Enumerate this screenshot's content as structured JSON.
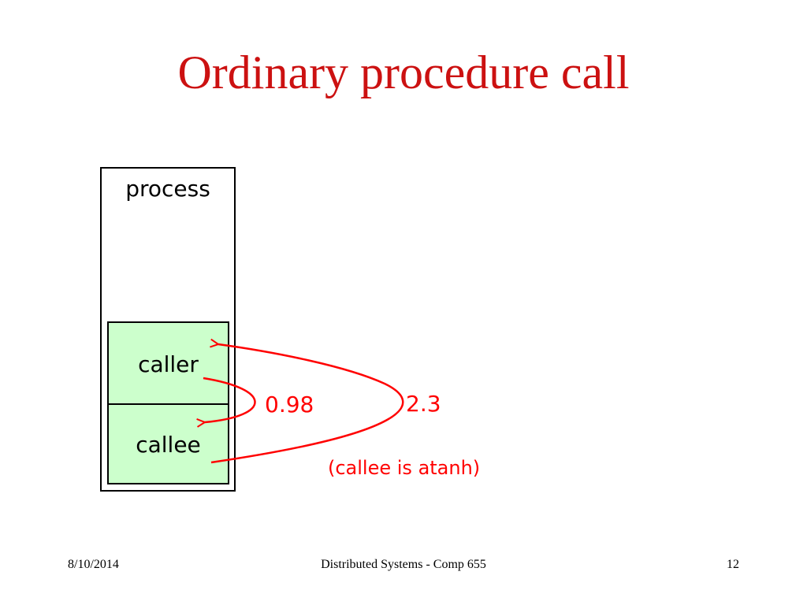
{
  "slide": {
    "title": "Ordinary procedure call"
  },
  "diagram": {
    "process_label": "process",
    "caller_label": "caller",
    "callee_label": "callee",
    "argument_value": "0.98",
    "return_value": "2.3",
    "note": "(callee is atanh)",
    "colors": {
      "title": "#cc1111",
      "annotation": "#ff0000",
      "frame_fill": "#ccffcc"
    }
  },
  "footer": {
    "date": "8/10/2014",
    "course": "Distributed Systems - Comp 655",
    "page_number": "12"
  }
}
